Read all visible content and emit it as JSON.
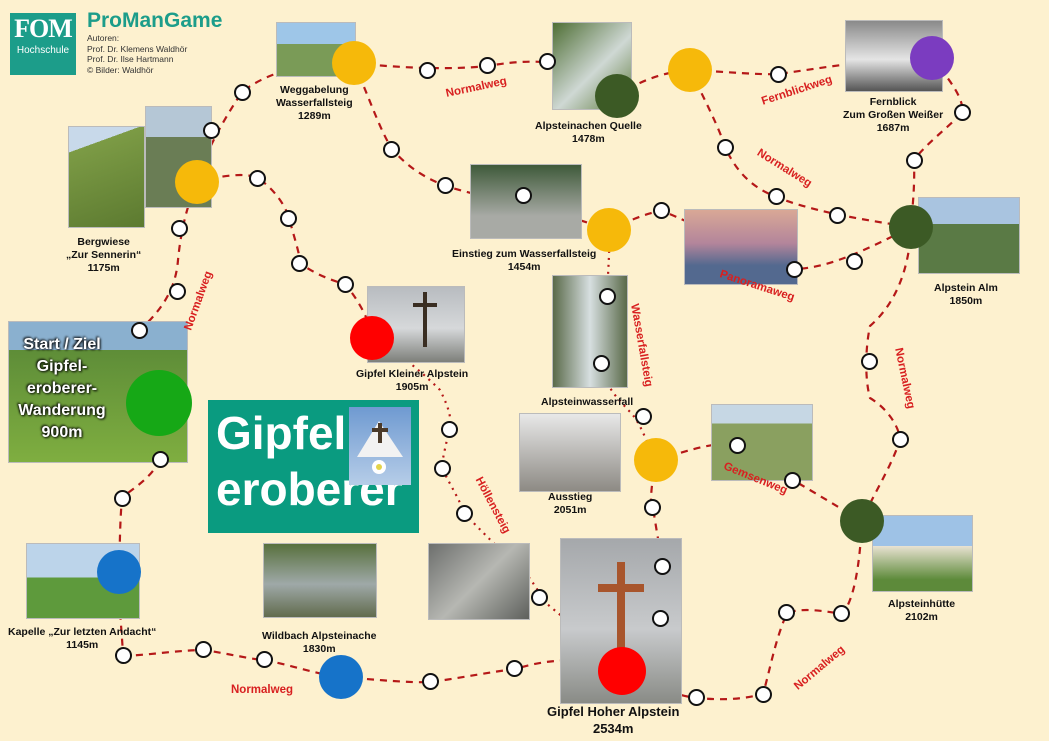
{
  "header": {
    "logo_text": "FOM",
    "logo_subtext": "Hochschule",
    "app_title": "ProManGame",
    "authors_heading": "Autoren:",
    "authors": [
      "Prof. Dr. Klemens Waldhör",
      "Prof. Dr. Ilse Hartmann",
      "© Bilder: Waldhör"
    ]
  },
  "banner": {
    "line1": "Gipfel",
    "line2": "eroberer"
  },
  "start": {
    "lines": [
      "Start / Ziel",
      "Gipfel-",
      "eroberer-",
      "Wanderung",
      "900m"
    ]
  },
  "stations": [
    {
      "id": "weggabelung",
      "name": "Weggabelung",
      "name2": "Wasserfallsteig",
      "altitude": "1289m",
      "color": "yellow"
    },
    {
      "id": "alpsteinachen-quelle",
      "name": "Alpsteinachen Quelle",
      "name2": "",
      "altitude": "1478m",
      "color": "darkgreen"
    },
    {
      "id": "fernblick",
      "name": "Fernblick",
      "name2": "Zum Großen Weißer",
      "altitude": "1687m",
      "color": "purple"
    },
    {
      "id": "bergwiese",
      "name": "Bergwiese",
      "name2": "„Zur Sennerin“",
      "altitude": "1175m",
      "color": "yellow"
    },
    {
      "id": "einstieg",
      "name": "Einstieg zum Wasserfallsteig",
      "name2": "",
      "altitude": "1454m",
      "color": "yellow"
    },
    {
      "id": "alpstein-alm",
      "name": "Alpstein Alm",
      "name2": "",
      "altitude": "1850m",
      "color": "darkgreen"
    },
    {
      "id": "gipfel-kleiner",
      "name": "Gipfel Kleiner Alpstein",
      "name2": "",
      "altitude": "1905m",
      "color": "red"
    },
    {
      "id": "alpsteinwasserfall",
      "name": "Alpsteinwasserfall",
      "name2": "",
      "altitude": "",
      "color": "none"
    },
    {
      "id": "ausstieg",
      "name": "Ausstieg",
      "name2": "",
      "altitude": "2051m",
      "color": "yellow"
    },
    {
      "id": "alpsteinhuette",
      "name": "Alpsteinhütte",
      "name2": "",
      "altitude": "2102m",
      "color": "darkgreen"
    },
    {
      "id": "kapelle",
      "name": "Kapelle „Zur letzten Andacht“",
      "name2": "",
      "altitude": "1145m",
      "color": "blue"
    },
    {
      "id": "wildbach",
      "name": "Wildbach Alpsteinache",
      "name2": "",
      "altitude": "1830m",
      "color": "blue"
    },
    {
      "id": "gipfel-hoher",
      "name": "Gipfel Hoher Alpstein",
      "name2": "",
      "altitude": "2534m",
      "color": "red"
    }
  ],
  "routes": {
    "normalweg": "Normalweg",
    "fernblickweg": "Fernblickweg",
    "panoramaweg": "Panoramaweg",
    "wasserfallsteig": "Wasserfallsteig",
    "gemsenweg": "Gemsenweg",
    "hoellensteig": "Höllensteig"
  },
  "colors": {
    "background": "#fdf1cf",
    "teal": "#0a9b80",
    "route_label": "#d82020",
    "path": "#b51818",
    "yellow": "#f6b90a",
    "darkgreen": "#3c5a25",
    "purple": "#7b3cc0",
    "red": "#ff0000",
    "blue": "#1673c9",
    "start_green": "#16a816"
  }
}
